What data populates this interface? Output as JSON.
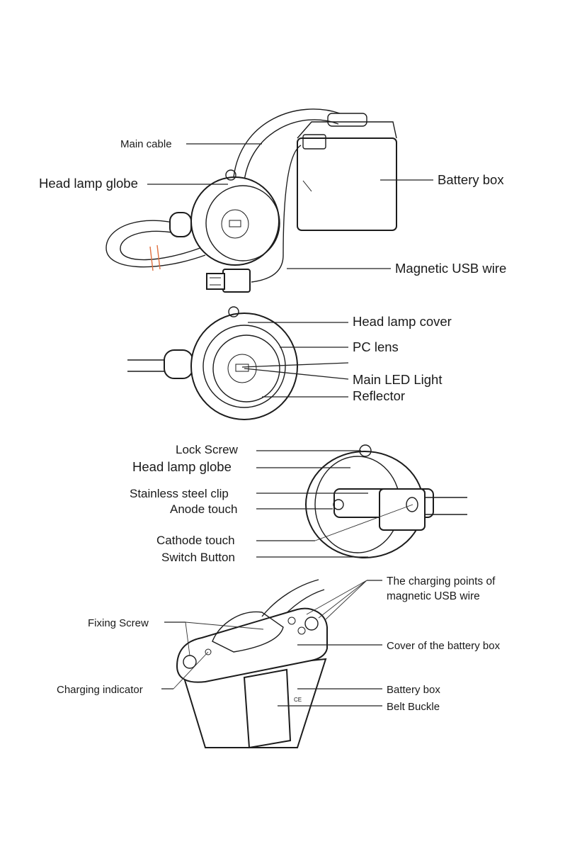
{
  "figure1": {
    "main_cable": "Main cable",
    "head_lamp_globe": "Head lamp globe",
    "battery_box": "Battery box",
    "magnetic_usb_wire": "Magnetic USB wire"
  },
  "figure2": {
    "head_lamp_cover": "Head lamp cover",
    "pc_lens": "PC lens",
    "main_led_light": "Main LED Light",
    "reflector": "Reflector"
  },
  "figure3": {
    "lock_screw": "Lock Screw",
    "head_lamp_globe": "Head lamp globe",
    "stainless_steel_clip": "Stainless steel clip",
    "anode_touch": "Anode touch",
    "cathode_touch": "Cathode touch",
    "switch_button": "Switch Button"
  },
  "figure4": {
    "charging_points_line1": "The charging points of",
    "charging_points_line2": "magnetic USB wire",
    "fixing_screw": "Fixing Screw",
    "cover_of_battery_box": "Cover of the battery box",
    "charging_indicator": "Charging indicator",
    "battery_box": "Battery box",
    "belt_buckle": "Belt Buckle",
    "ce_mark": "CE"
  },
  "colors": {
    "line": "#1c1c1c",
    "cable_wrap": "#e07040"
  }
}
